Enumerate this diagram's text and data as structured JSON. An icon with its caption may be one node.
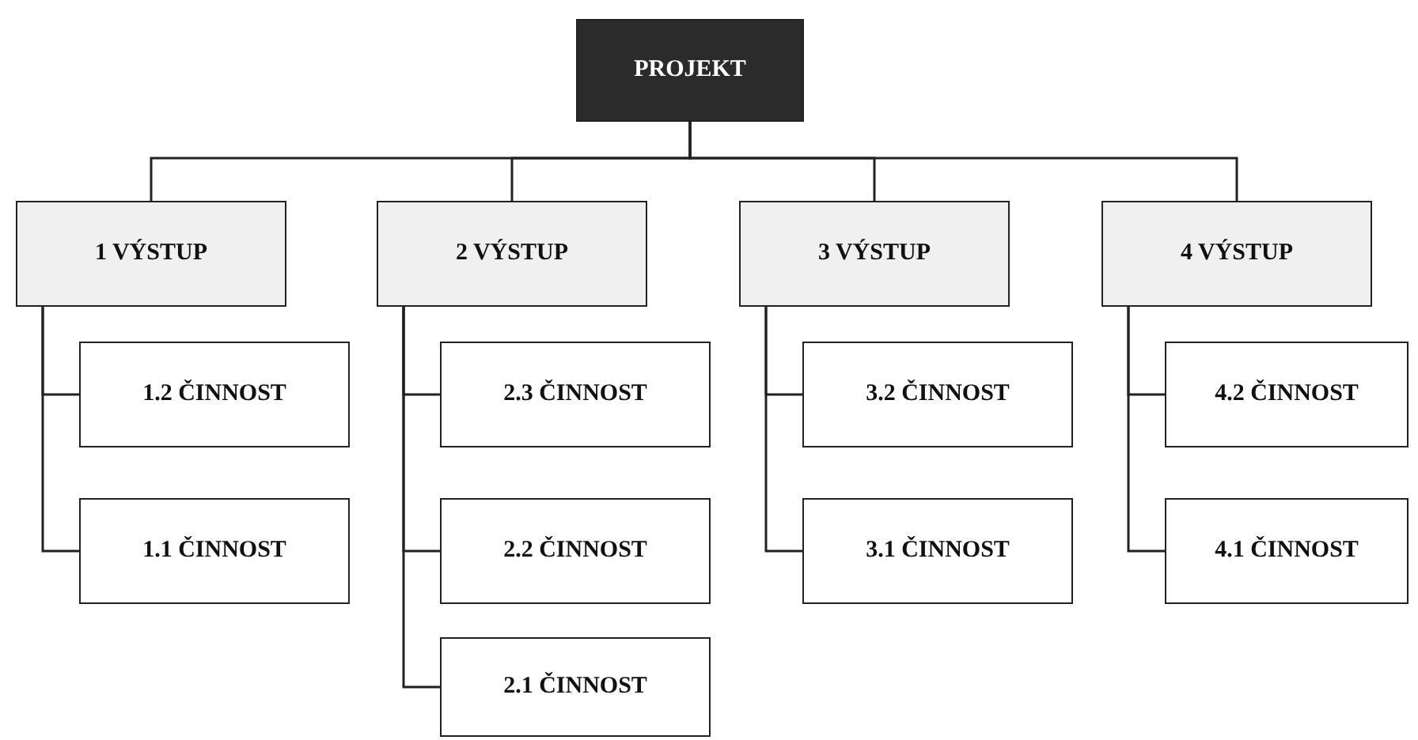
{
  "diagram": {
    "nodes": [
      {
        "text": [
          "PROJEKT"
        ]
      },
      {
        "text": [
          "1 VÝSTUP"
        ]
      },
      {
        "text": [
          "1.2 ČINNOST"
        ]
      },
      {
        "text": [
          "1.1 ČINNOST"
        ]
      },
      {
        "text": [
          "2 VÝSTUP"
        ]
      },
      {
        "text": [
          "2.3 ČINNOST"
        ]
      },
      {
        "text": [
          "2.2 ČINNOST"
        ]
      },
      {
        "text": [
          "2.1 ČINNOST"
        ]
      },
      {
        "text": [
          "3 VÝSTUP"
        ]
      },
      {
        "text": [
          "3.2 ČINNOST"
        ]
      },
      {
        "text": [
          "3.1 ČINNOST"
        ]
      },
      {
        "text": [
          "4 VÝSTUP"
        ]
      },
      {
        "text": [
          "4.2 ČINNOST"
        ]
      },
      {
        "text": [
          "4.1 ČINNOST"
        ]
      }
    ],
    "edges": [
      {
        "from": 0,
        "to": 1,
        "arrow": "none"
      },
      {
        "from": 0,
        "to": 4,
        "arrow": "none"
      },
      {
        "from": 0,
        "to": 8,
        "arrow": "none"
      },
      {
        "from": 0,
        "to": 11,
        "arrow": "none"
      },
      {
        "from": 1,
        "to": 2,
        "arrow": "none"
      },
      {
        "from": 1,
        "to": 3,
        "arrow": "none"
      },
      {
        "from": 4,
        "to": 5,
        "arrow": "none"
      },
      {
        "from": 4,
        "to": 6,
        "arrow": "none"
      },
      {
        "from": 4,
        "to": 7,
        "arrow": "none"
      },
      {
        "from": 8,
        "to": 9,
        "arrow": "none"
      },
      {
        "from": 8,
        "to": 10,
        "arrow": "none"
      },
      {
        "from": 11,
        "to": 12,
        "arrow": "none"
      },
      {
        "from": 11,
        "to": 13,
        "arrow": "none"
      }
    ]
  }
}
